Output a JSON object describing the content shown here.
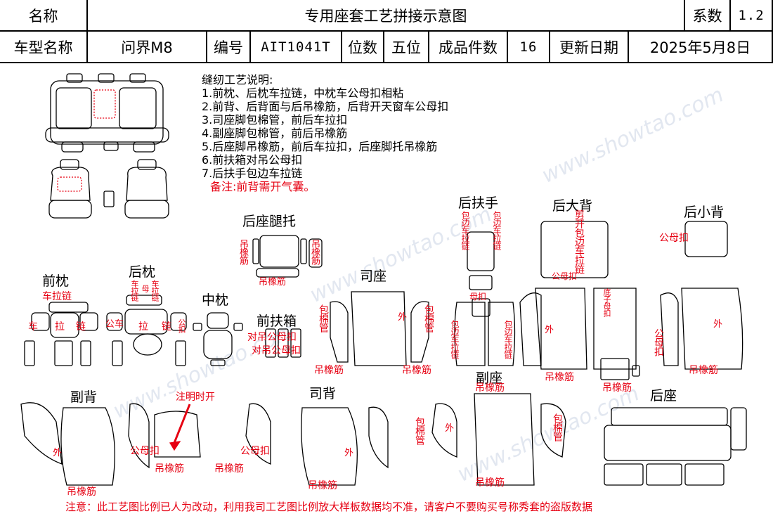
{
  "header": {
    "name_label": "名称",
    "title": "专用座套工艺拼接示意图",
    "coef_label": "系数",
    "coef_value": "1.2",
    "model_label": "车型名称",
    "model_value": "问界M8",
    "code_label": "编号",
    "code_value": "AIT1041T",
    "seats_label": "位数",
    "seats_value": "五位",
    "pieces_label": "成品件数",
    "pieces_value": "16",
    "date_label": "更新日期",
    "date_value": "2025年5月8日"
  },
  "notes": {
    "heading": "缝纫工艺说明:",
    "lines": [
      "1.前枕、后枕车拉链，中枕车公母扣相粘",
      "2.前背、后背面与后吊橡筋，后背开天窗车公母扣",
      "3.司座脚包棉管，前后车拉扣",
      "4.副座脚包棉管，前后吊橡筋",
      "5.后座脚吊橡筋，前后车拉扣，后座脚托吊橡筋",
      "6.前扶箱对吊公母扣",
      "7.后扶手包边车拉链"
    ],
    "remark": "备注:前背需开气囊。"
  },
  "sections": {
    "rear_leg": "后座腿托",
    "front_headrest": "前枕",
    "rear_headrest": "后枕",
    "mid_headrest": "中枕",
    "front_armbox": "前扶箱",
    "driver_seat": "司座",
    "rear_armrest": "后扶手",
    "rear_big_back": "后大背",
    "rear_small_back": "后小背",
    "passenger_back": "副背",
    "driver_back": "司背",
    "passenger_seat": "副座",
    "rear_seat": "后座"
  },
  "annotations": {
    "hang_elastic": "吊橡筋",
    "zipper": "车拉链",
    "outside": "外",
    "snap": "公母扣",
    "pair_snap": "对吊公母扣",
    "cotton_tube": "包棉管",
    "edge_zipper": "包边车拉链",
    "cut_zip": "剪开包边车拉链",
    "mark_open": "注明时开",
    "che": "车",
    "la": "拉",
    "lian": "链",
    "mu": "母",
    "kou": "扣",
    "gong_che": "公车",
    "gong": "公",
    "la_kou": "拉扣",
    "snap_half": "公扣",
    "mu_kou": "母扣",
    "bottom_snap": "底子母扣",
    "bao_bian": "包边",
    "wrap_zip_short": "包边车拉链"
  },
  "footer": "注意：此工艺图比例已人为改动，利用我司工艺图比例放大样板数据均不准，请客户不要购买号称秀套的盗版数据",
  "watermark": "www.showtao.com"
}
